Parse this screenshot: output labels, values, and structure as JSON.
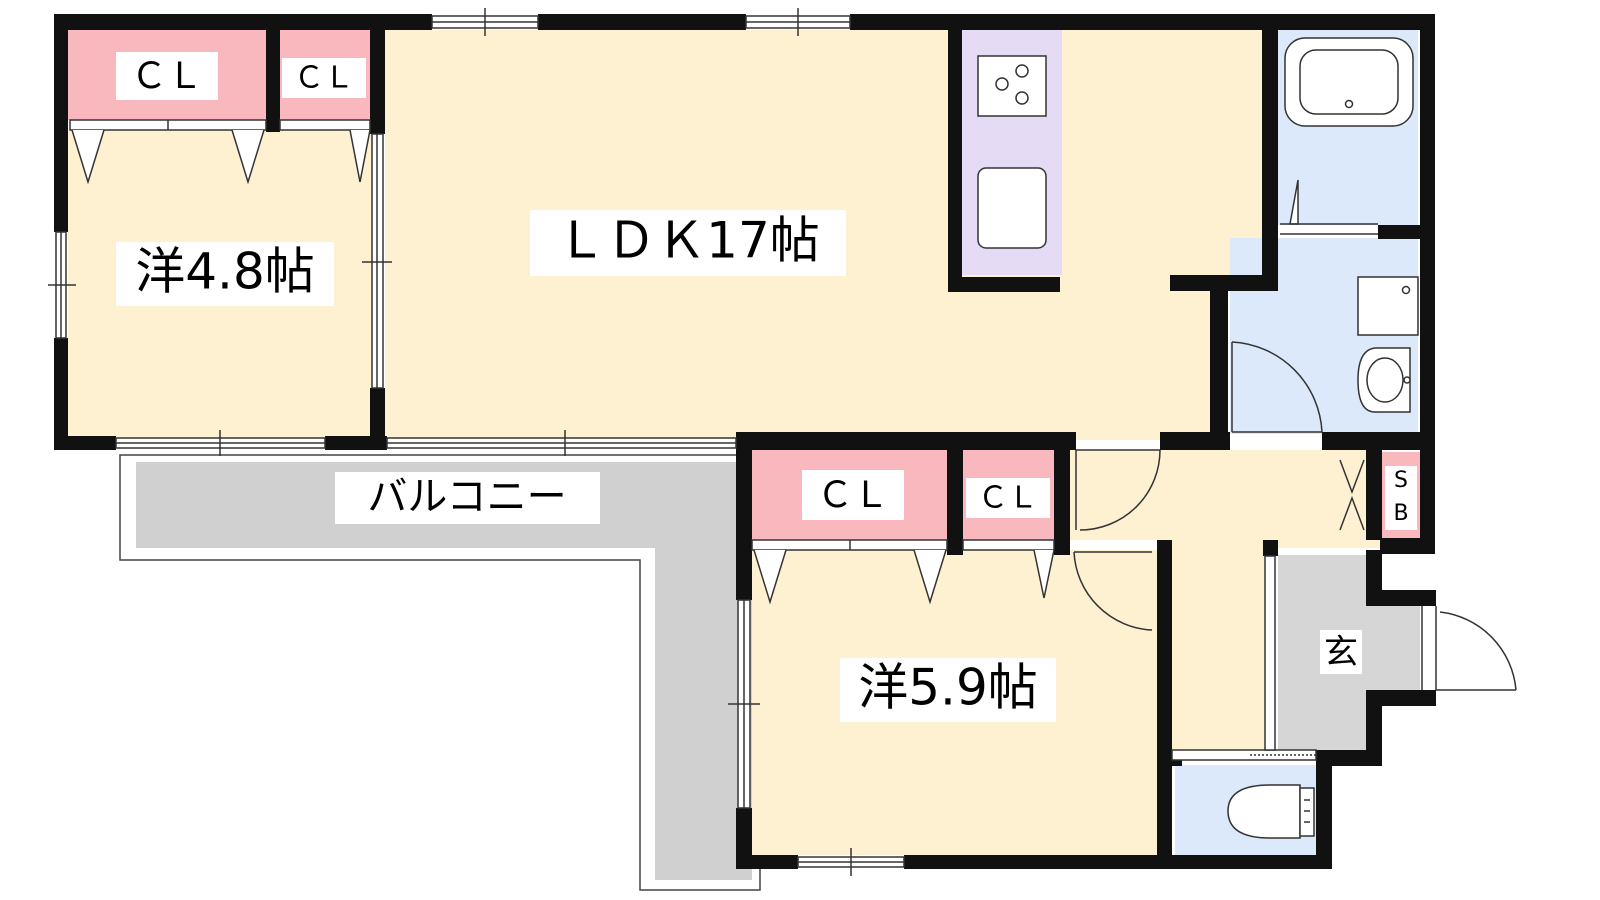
{
  "floorplan": {
    "rooms": {
      "western_a": "洋4.8帖",
      "ldk": "ＬＤＫ17帖",
      "western_b": "洋5.9帖",
      "entrance": "玄",
      "balcony": "バルコニー"
    },
    "storage": {
      "closet_a1": "ＣＬ",
      "closet_a2": "ＣＬ",
      "closet_b1": "ＣＬ",
      "closet_b2": "ＣＬ",
      "shoe_box_s": "S",
      "shoe_box_b": "B"
    },
    "colors": {
      "room_fill": "#fdf1d2",
      "closet_fill": "#f8b8bd",
      "wet_area_fill": "#dbe9fb",
      "kitchen_fill": "#e6dbf4",
      "balcony_fill": "#d0d0d0",
      "entrance_fill": "#d6d6d6",
      "wall": "#111111"
    }
  }
}
